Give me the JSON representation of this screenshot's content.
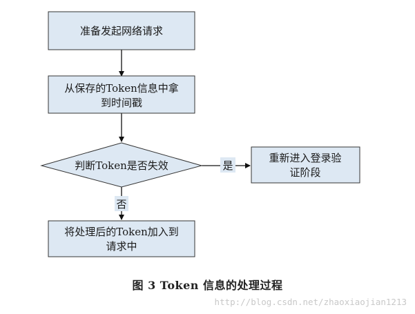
{
  "nodes": {
    "prepare": {
      "lines": [
        "准备发起网络请求"
      ]
    },
    "fetch_ts": {
      "lines": [
        "从保存的Token信息中拿",
        "到时间戳"
      ]
    },
    "check_expired": {
      "lines": [
        "判断Token是否失效"
      ]
    },
    "relogin": {
      "lines": [
        "重新进入登录验",
        "证阶段"
      ]
    },
    "attach": {
      "lines": [
        "将处理后的Token加入到",
        "请求中"
      ]
    }
  },
  "edges": {
    "yes_label": "是",
    "no_label": "否"
  },
  "caption": "图 3  Token 信息的处理过程",
  "watermark": "http://blog.csdn.net/zhaoxiaojian1213",
  "colors": {
    "node_fill": "#dde8f3",
    "node_stroke": "#333333",
    "edge_stroke": "#111111"
  }
}
